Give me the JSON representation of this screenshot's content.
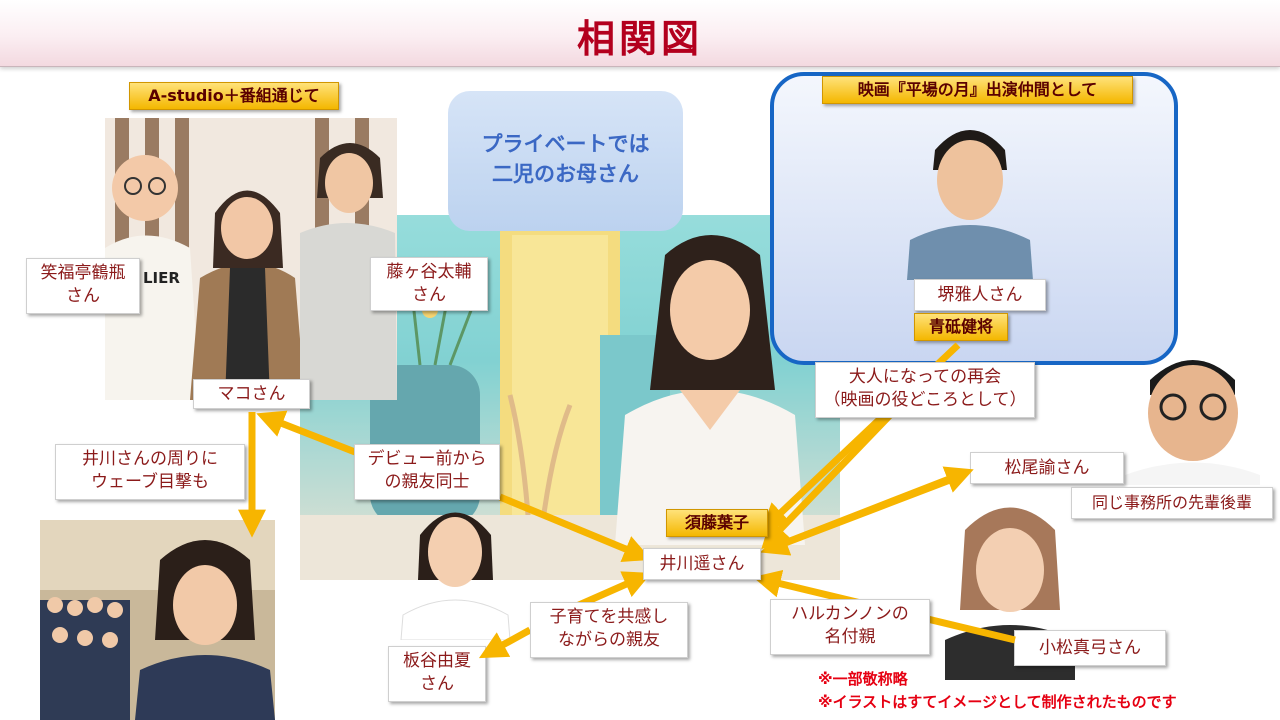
{
  "title": "相関図",
  "groups": {
    "astudio": "A-studio＋番組通じて",
    "movie": "映画『平場の月』出演仲間として"
  },
  "bubble": {
    "line1": "プライベートでは",
    "line2": "二児のお母さん"
  },
  "people": {
    "tsurube": {
      "line1": "笑福亭鶴瓶",
      "line2": "さん"
    },
    "fujigaya": {
      "line1": "藤ヶ谷太輔",
      "line2": "さん"
    },
    "mako": "マコさん",
    "sakai": "堺雅人さん",
    "aoto": "青砥健将",
    "matsuo": "松尾諭さん",
    "igawa": "井川遥さん",
    "sudo": "須藤葉子",
    "itaya": {
      "line1": "板谷由夏",
      "line2": "さん"
    },
    "komatsu": "小松真弓さん"
  },
  "relations": {
    "wave": {
      "line1": "井川さんの周りに",
      "line2": "ウェーブ目撃も"
    },
    "debut": {
      "line1": "デビュー前から",
      "line2": "の親友同士"
    },
    "adult": {
      "line1": "大人になっての再会",
      "line2": "（映画の役どころとして）"
    },
    "office": "同じ事務所の先輩後輩",
    "childcare": {
      "line1": "子育てを共感し",
      "line2": "ながらの親友"
    },
    "godparent": {
      "line1": "ハルカンノンの",
      "line2": "名付親"
    }
  },
  "notes": {
    "honorific": "※一部敬称略",
    "illust": "※イラストはすてイメージとして制作されたものです"
  },
  "shirt_text": "LIER",
  "colors": {
    "title": "#b3001e",
    "arrow": "#f7b500",
    "movie_border": "#1766c5",
    "note": "#e60012"
  }
}
